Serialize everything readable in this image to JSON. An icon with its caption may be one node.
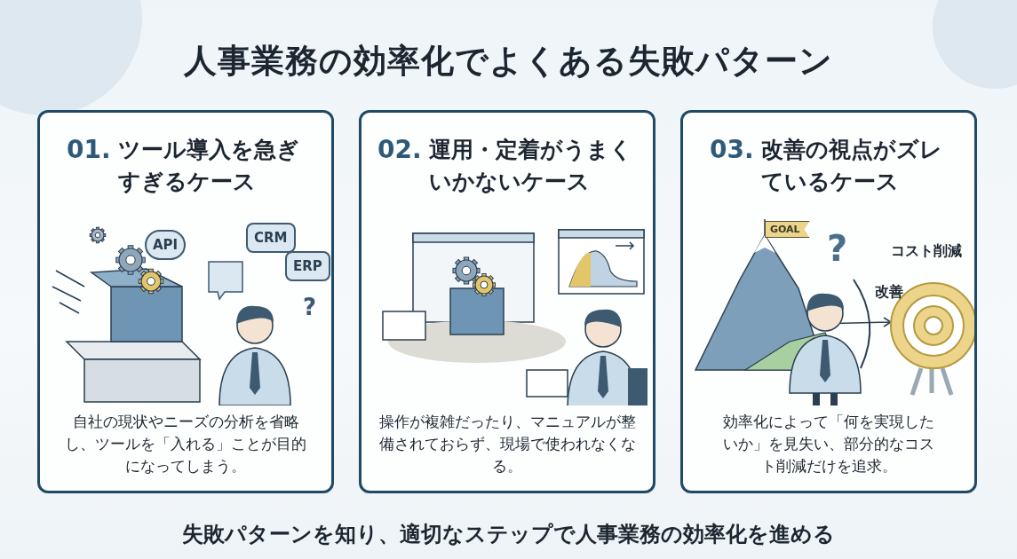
{
  "diagram": {
    "title": "人事業務の効率化でよくある失敗パターン",
    "nodes": [
      {
        "text": [
          "01.",
          "ツール導入を急ぎすぎるケース",
          "自社の現状やニーズの分析を省略し、ツールを「入れる」ことが目的になってしまう。"
        ]
      },
      {
        "text": [
          "02.",
          "運用・定着がうまくいかないケース",
          "操作が複雑だったり、マニュアルが整備されておらず、現場で使われなくなる。"
        ]
      },
      {
        "text": [
          "03.",
          "改善の視点がズレているケース",
          "効率化によって「何を実現したいか」を見失い、部分的なコスト削減だけを追求。"
        ]
      },
      {
        "text": [
          "API"
        ],
        "in": 0
      },
      {
        "text": [
          "CRM"
        ],
        "in": 0
      },
      {
        "text": [
          "ERP"
        ],
        "in": 0
      },
      {
        "text": [
          "GOAL"
        ],
        "in": 2
      }
    ],
    "edges": [],
    "labels": [
      "?",
      "?",
      "コスト削減",
      "改善"
    ],
    "caption": "失敗パターンを知り、適切なステップで人事業務の効率化を進める"
  }
}
